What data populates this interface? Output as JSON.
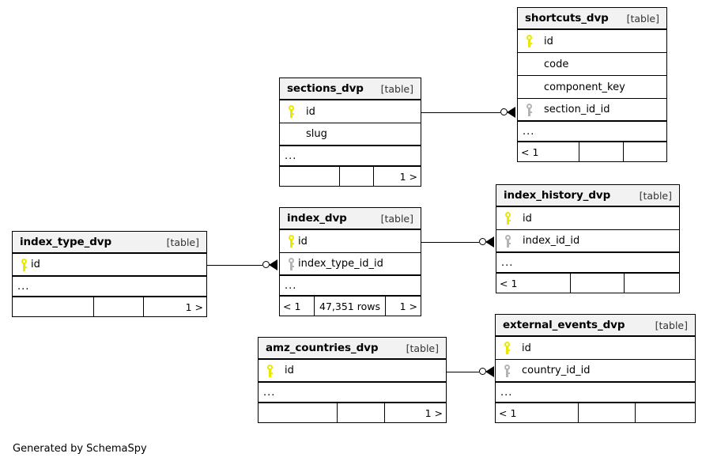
{
  "diagram": {
    "generator_caption": "Generated by SchemaSpy",
    "table_tag": "[table]",
    "ellipsis": "...",
    "colors": {
      "primary_key": "#e8e800",
      "foreign_key": "#b3b3b3",
      "header_bg": "#f2f2f2",
      "border": "#000000",
      "background": "#ffffff"
    }
  },
  "tables": [
    {
      "id": "shortcuts_dvp",
      "name": "shortcuts_dvp",
      "tag": "[table]",
      "columns": [
        {
          "label": "id",
          "key": "pk"
        },
        {
          "label": "code",
          "key": "none"
        },
        {
          "label": "component_key",
          "key": "none"
        },
        {
          "label": "section_id_id",
          "key": "fk"
        }
      ],
      "more": "...",
      "footer": {
        "left": "< 1",
        "center": "",
        "right": ""
      }
    },
    {
      "id": "sections_dvp",
      "name": "sections_dvp",
      "tag": "[table]",
      "columns": [
        {
          "label": "id",
          "key": "pk"
        },
        {
          "label": "slug",
          "key": "none"
        }
      ],
      "more": "...",
      "footer": {
        "left": "",
        "center": "",
        "right": "1 >"
      }
    },
    {
      "id": "index_history_dvp",
      "name": "index_history_dvp",
      "tag": "[table]",
      "columns": [
        {
          "label": "id",
          "key": "pk"
        },
        {
          "label": "index_id_id",
          "key": "fk"
        }
      ],
      "more": "...",
      "footer": {
        "left": "< 1",
        "center": "",
        "right": ""
      }
    },
    {
      "id": "index_dvp",
      "name": "index_dvp",
      "tag": "[table]",
      "columns": [
        {
          "label": "id",
          "key": "pk"
        },
        {
          "label": "index_type_id_id",
          "key": "fk"
        }
      ],
      "more": "...",
      "footer": {
        "left": "< 1",
        "center": "47,351 rows",
        "right": "1 >"
      }
    },
    {
      "id": "index_type_dvp",
      "name": "index_type_dvp",
      "tag": "[table]",
      "columns": [
        {
          "label": "id",
          "key": "pk"
        }
      ],
      "more": "...",
      "footer": {
        "left": "",
        "center": "",
        "right": "1 >"
      }
    },
    {
      "id": "external_events_dvp",
      "name": "external_events_dvp",
      "tag": "[table]",
      "columns": [
        {
          "label": "id",
          "key": "pk"
        },
        {
          "label": "country_id_id",
          "key": "fk"
        }
      ],
      "more": "...",
      "footer": {
        "left": "< 1",
        "center": "",
        "right": ""
      }
    },
    {
      "id": "amz_countries_dvp",
      "name": "amz_countries_dvp",
      "tag": "[table]",
      "columns": [
        {
          "label": "id",
          "key": "pk"
        }
      ],
      "more": "...",
      "footer": {
        "left": "",
        "center": "",
        "right": "1 >"
      }
    }
  ],
  "relationships": [
    {
      "id": "sections-to-shortcuts",
      "from": "sections_dvp.id",
      "to": "shortcuts_dvp.section_id_id",
      "from_cardinality": "zero-or-one",
      "to_cardinality": "many"
    },
    {
      "id": "index-to-index-history",
      "from": "index_dvp.id",
      "to": "index_history_dvp.index_id_id",
      "from_cardinality": "zero-or-one",
      "to_cardinality": "many"
    },
    {
      "id": "index-type-to-index",
      "from": "index_type_dvp.id",
      "to": "index_dvp.index_type_id_id",
      "from_cardinality": "zero-or-one",
      "to_cardinality": "many"
    },
    {
      "id": "amz-countries-to-external-events",
      "from": "amz_countries_dvp.id",
      "to": "external_events_dvp.country_id_id",
      "from_cardinality": "zero-or-one",
      "to_cardinality": "many"
    }
  ]
}
